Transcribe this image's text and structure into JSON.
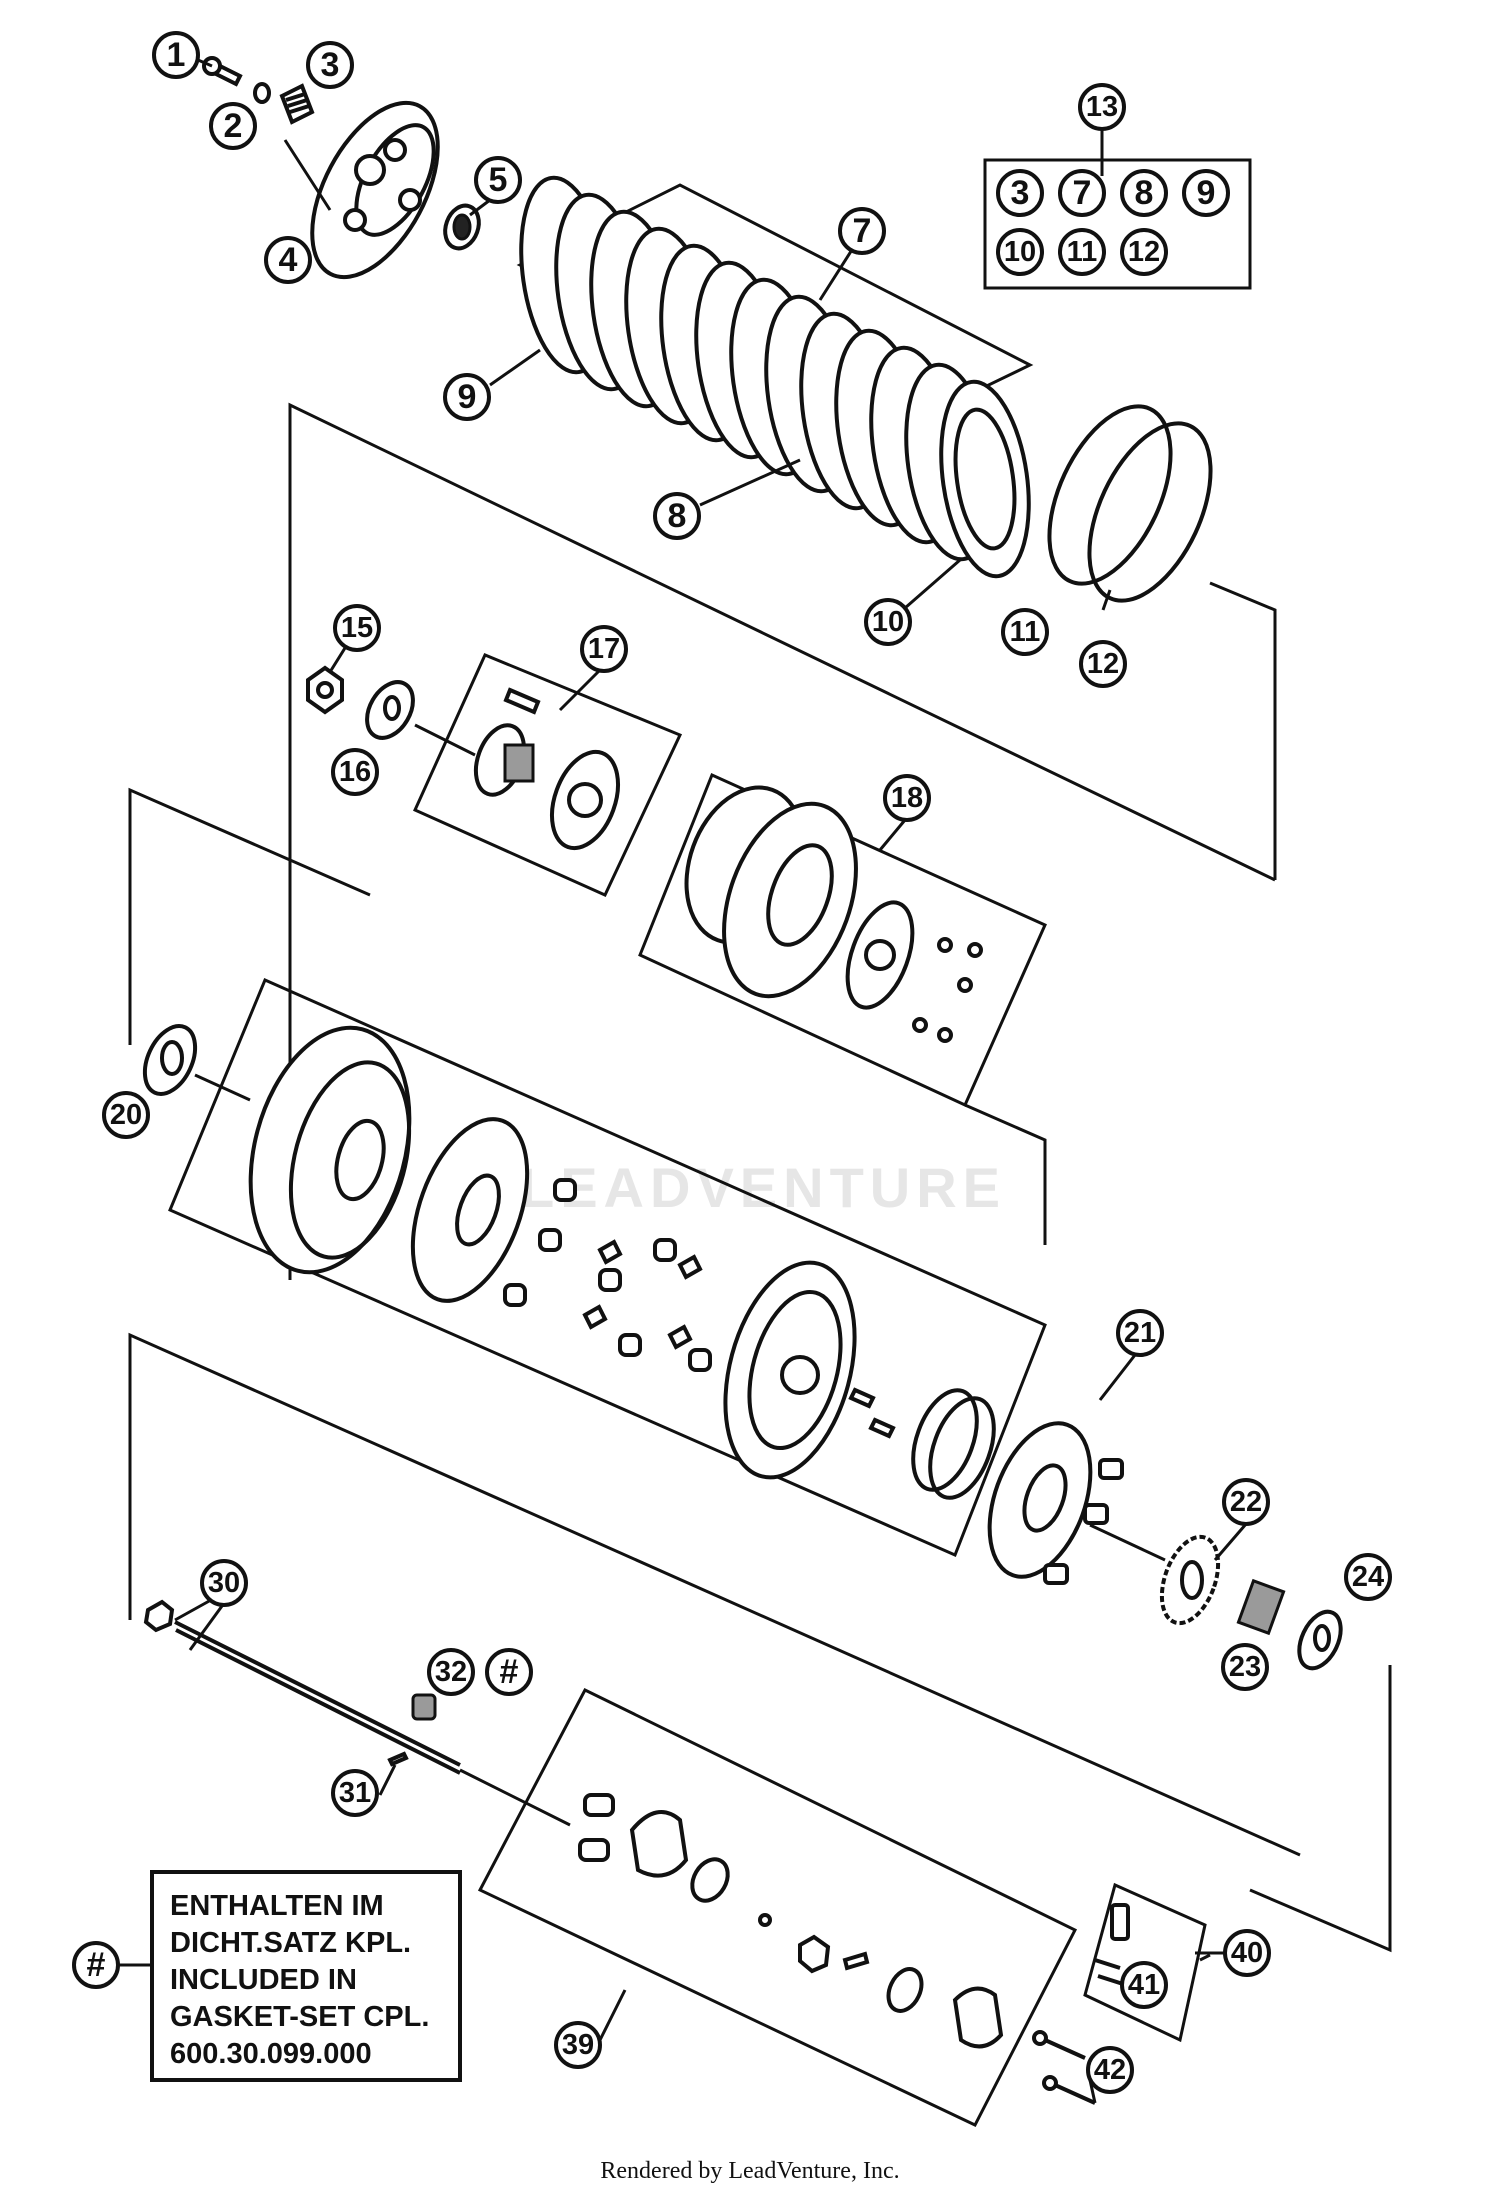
{
  "watermark": "LEADVENTURE",
  "footer": "Rendered by LeadVenture, Inc.",
  "note": {
    "marker": "#",
    "lines": [
      "ENTHALTEN IM",
      "DICHT.SATZ KPL.",
      "INCLUDED IN",
      "GASKET-SET CPL.",
      "600.30.099.000"
    ]
  },
  "callouts": {
    "c1": "1",
    "c2": "2",
    "c3": "3",
    "c4": "4",
    "c5": "5",
    "c7": "7",
    "c8": "8",
    "c9": "9",
    "c10": "10",
    "c11": "11",
    "c12": "12",
    "c13": "13",
    "c15": "15",
    "c16": "16",
    "c17": "17",
    "c18": "18",
    "c20": "20",
    "c21": "21",
    "c22": "22",
    "c23": "23",
    "c24": "24",
    "c30": "30",
    "c31": "31",
    "c32": "32",
    "c32_hash": "#",
    "c39": "39",
    "c40": "40",
    "c41": "41",
    "c42": "42"
  },
  "kit_13": [
    "3",
    "7",
    "8",
    "9",
    "10",
    "11",
    "12"
  ]
}
